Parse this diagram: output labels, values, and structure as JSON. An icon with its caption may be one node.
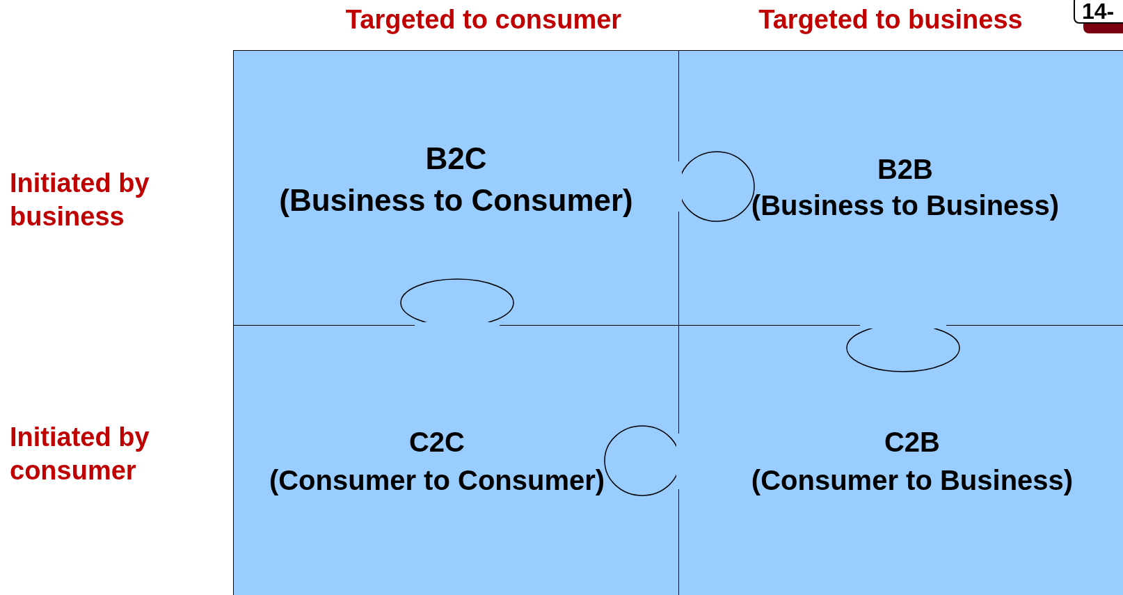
{
  "diagram": {
    "nodes": [
      {
        "text": [
          "B2C",
          "(Business to Consumer)"
        ]
      },
      {
        "text": [
          "B2B",
          "(Business to Business)"
        ]
      },
      {
        "text": [
          "C2C",
          "(Consumer to Consumer)"
        ]
      },
      {
        "text": [
          "C2B",
          "(Consumer to Business)"
        ]
      }
    ],
    "labels": [
      "Targeted to consumer",
      "Targeted to business",
      "14-",
      "Initiated by business",
      "Initiated by consumer"
    ]
  }
}
